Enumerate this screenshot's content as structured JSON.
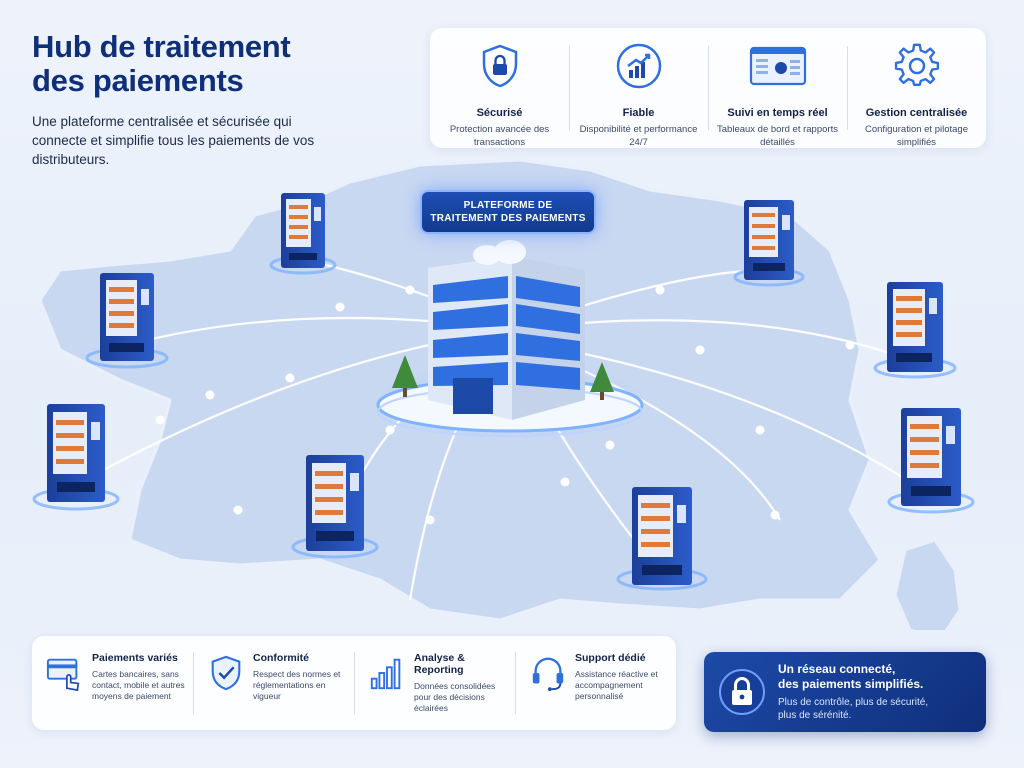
{
  "header": {
    "title_line1": "Hub de traitement",
    "title_line2": "des paiements",
    "subtitle": "Une plateforme centralisée et sécurisée qui connecte et simplifie tous les paiements de vos distributeurs."
  },
  "top_features": [
    {
      "icon": "shield-lock-icon",
      "title": "Sécurisé",
      "desc": "Protection avancée des transactions"
    },
    {
      "icon": "chart-growth-icon",
      "title": "Fiable",
      "desc": "Disponibilité et performance 24/7"
    },
    {
      "icon": "dashboard-icon",
      "title": "Suivi en temps réel",
      "desc": "Tableaux de bord et rapports détaillés"
    },
    {
      "icon": "gear-icon",
      "title": "Gestion centralisée",
      "desc": "Configuration et pilotage simplifiés"
    }
  ],
  "platform": {
    "label_line1": "PLATEFORME DE",
    "label_line2": "TRAITEMENT DES PAIEMENTS"
  },
  "bottom_features": [
    {
      "icon": "card-hand-icon",
      "title": "Paiements variés",
      "desc": "Cartes bancaires, sans contact, mobile et autres moyens de paiement"
    },
    {
      "icon": "shield-check-icon",
      "title": "Conformité",
      "desc": "Respect des normes et réglementations en vigueur"
    },
    {
      "icon": "bar-chart-icon",
      "title": "Analyse & Reporting",
      "desc": "Données consolidées pour des décisions éclairées"
    },
    {
      "icon": "headset-icon",
      "title": "Support dédié",
      "desc": "Assistance réactive et accompagnement personnalisé"
    }
  ],
  "callout": {
    "icon": "lock-icon",
    "title_line1": "Un réseau connecté,",
    "title_line2": "des paiements simplifiés.",
    "desc_line1": "Plus de contrôle, plus de sécurité,",
    "desc_line2": "plus de sérénité."
  },
  "colors": {
    "brand": "#0f2f7a",
    "accent": "#2f6fe0",
    "glow": "#7fb2ff",
    "map": "#c9d8f1"
  }
}
